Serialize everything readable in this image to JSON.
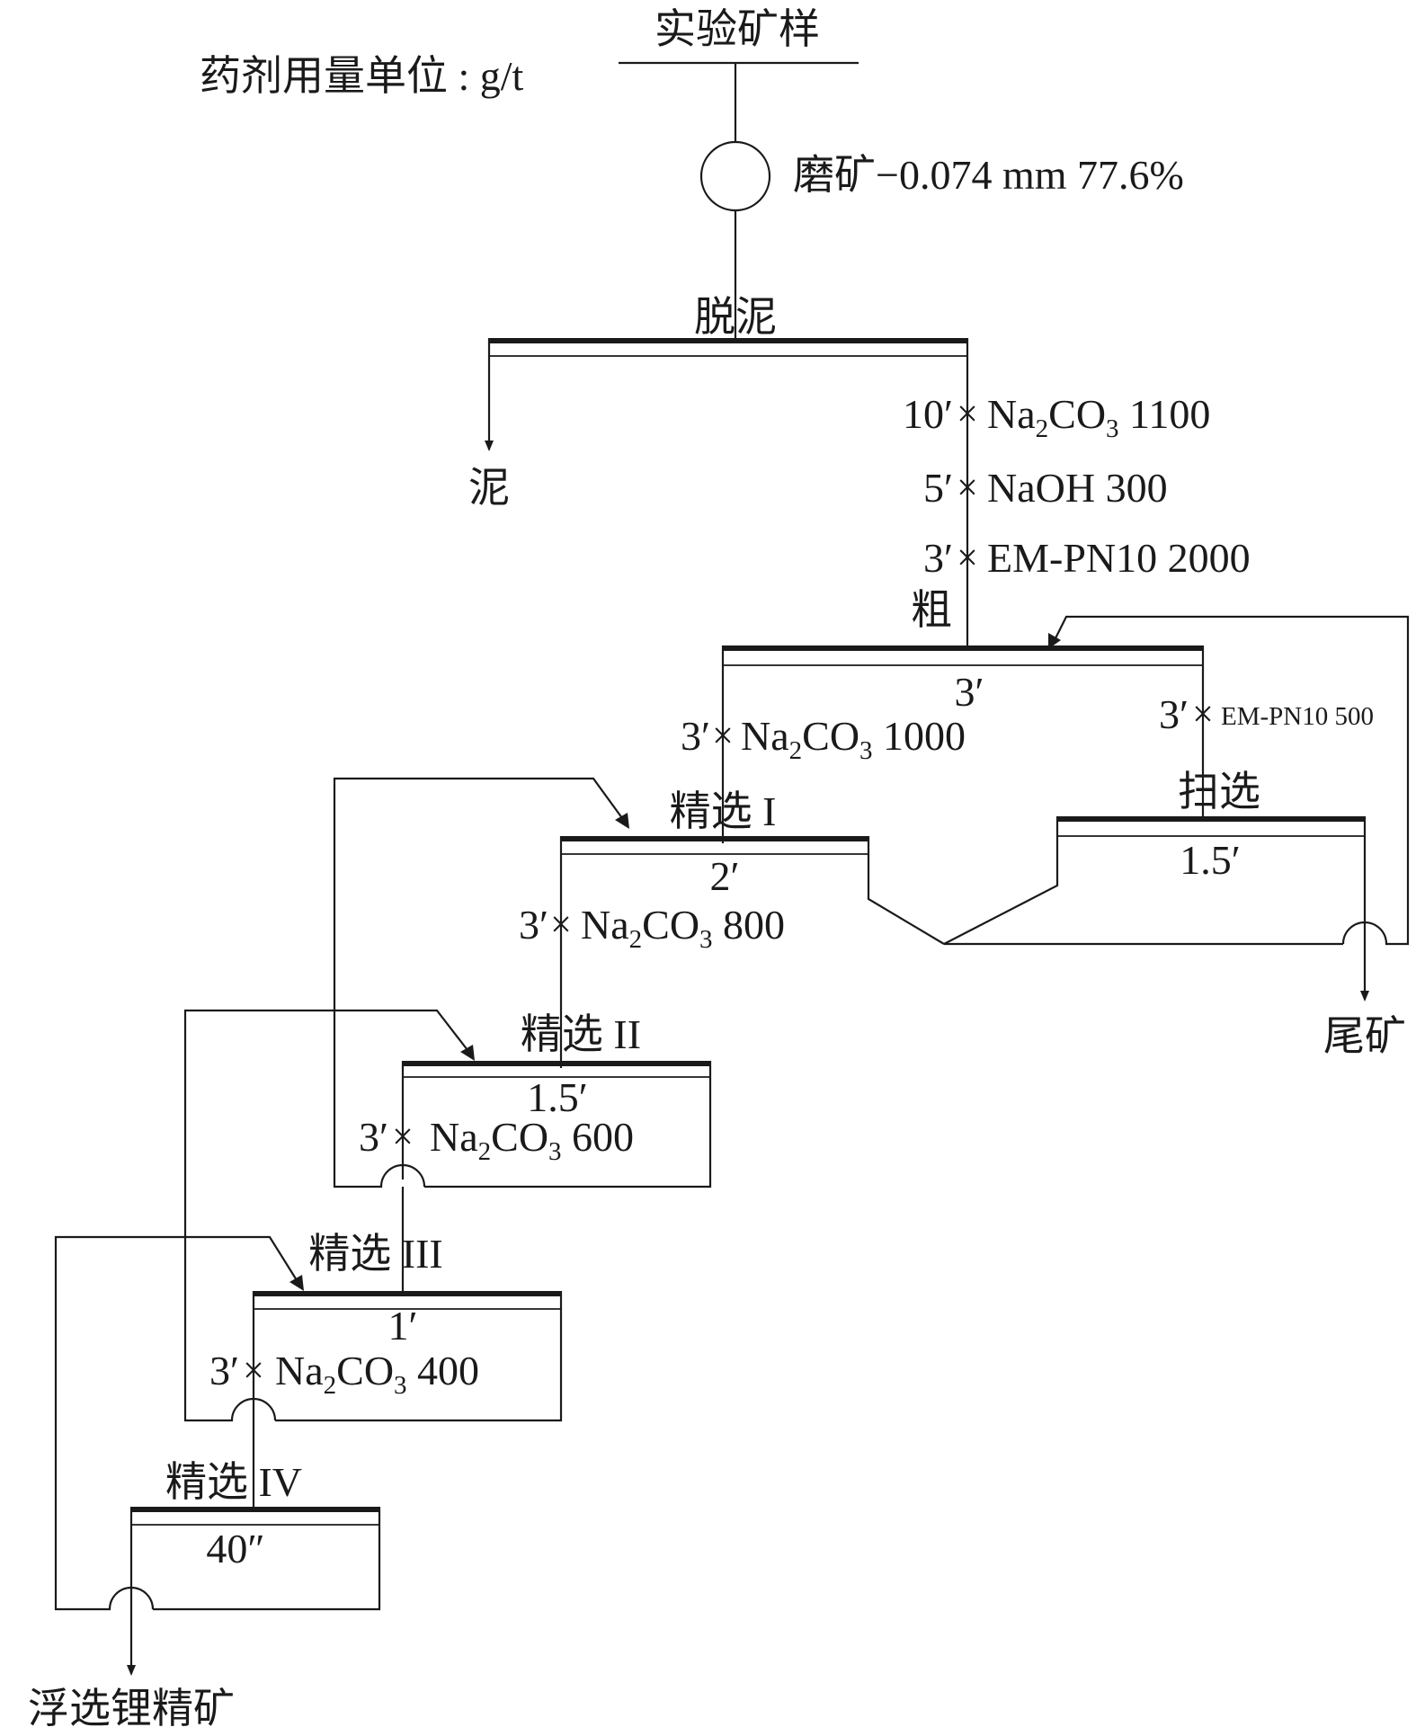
{
  "header": {
    "sample": "实验矿样",
    "unit_note": "药剂用量单位 : g/t"
  },
  "grinding": {
    "label": "磨矿−0.074 mm 77.6%"
  },
  "desliming": {
    "label": "脱泥",
    "slime": "泥"
  },
  "conditioning": [
    {
      "time": "10′",
      "reagent": "Na",
      "sub": "2",
      "rest": "CO",
      "sub2": "3",
      "dose": " 1100"
    },
    {
      "time": "5′",
      "reagent": "NaOH",
      "dose": " 300"
    },
    {
      "time": "3′",
      "reagent": "EM-PN10",
      "dose": "  2000"
    }
  ],
  "rougher": {
    "label": "粗",
    "time": "3′"
  },
  "scavenger": {
    "label": "扫选",
    "time": "1.5′",
    "reagent_time": "3′",
    "reagent": "EM-PN10 500",
    "tailings": "尾矿"
  },
  "cleaners": [
    {
      "label": "精选 I",
      "time": "2′",
      "reagent_time": "3′",
      "dose": "1000"
    },
    {
      "label": "精选 II",
      "time": "1.5′",
      "reagent_time": "3′",
      "dose": "800"
    },
    {
      "label": "精选 III",
      "time": "1′",
      "reagent_time": "3′",
      "dose": "600"
    },
    {
      "label": "精选 IV",
      "time": "40″",
      "reagent_time": "3′",
      "dose": "400"
    }
  ],
  "reagent_formula": {
    "a": "Na",
    "b": "2",
    "c": "CO",
    "d": "3"
  },
  "product": {
    "label": "浮选锂精矿"
  },
  "colors": {
    "ink": "#1a1a1a",
    "background": "#ffffff"
  }
}
